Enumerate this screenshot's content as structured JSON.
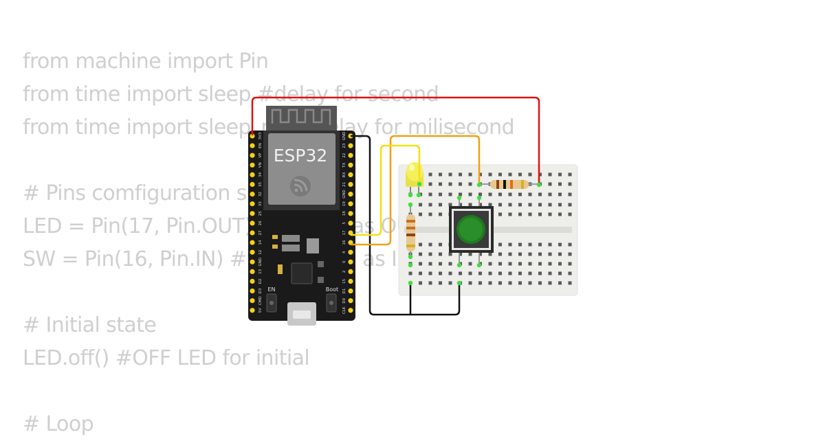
{
  "code_lines": [
    "from machine import Pin",
    "from time import sleep #delay for second",
    "from time import sleep_ms #delay for milisecond",
    "",
    "# Pins comfiguration setup",
    "LED = Pin(17, Pin.OUT) #LED 17 as OUTPUT",
    "SW = Pin(16, Pin.IN) #SWITCH 16 as INPUT PULL_UP",
    "",
    "# Initial state",
    "LED.off() #OFF LED for initial",
    "",
    "# Loop"
  ],
  "board": {
    "name": "ESP32",
    "en_label": "EN",
    "boot_label": "Boot",
    "left_pins": [
      "3V3",
      "EN",
      "VP",
      "VN",
      "34",
      "35",
      "32",
      "33",
      "25",
      "26",
      "27",
      "14",
      "12",
      "GND",
      "13",
      "D2",
      "D3",
      "CMD",
      "5V"
    ],
    "right_pins": [
      "GND",
      "23",
      "22",
      "TX",
      "RX",
      "21",
      "GND",
      "19",
      "18",
      "5",
      "17",
      "16",
      "4",
      "0",
      "2",
      "15",
      "D1",
      "D0",
      "CLK"
    ]
  },
  "colors": {
    "wire_red": "#e01010",
    "wire_orange": "#f0a010",
    "wire_yellow": "#f5e010",
    "wire_black": "#111111",
    "board_body": "#1a1a1a",
    "pin_gold": "#f4d01a",
    "led_yellow": "#f5f05a",
    "button_green": "#1f7a1f",
    "breadboard": "#eeeeea"
  },
  "icons": [
    "wifi-antenna-icon",
    "espressif-logo-icon",
    "usb-port-icon"
  ]
}
